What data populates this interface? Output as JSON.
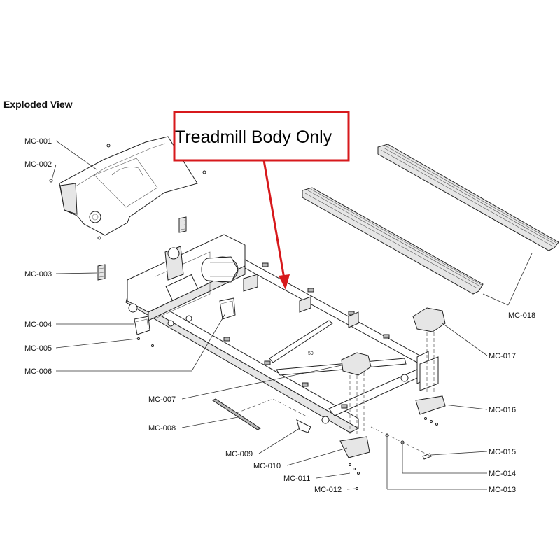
{
  "title": "Exploded View",
  "callout": {
    "text": "Treadmill Body Only",
    "border_color": "#d7191c",
    "arrow_color": "#d7191c"
  },
  "frame_number": "59",
  "parts": [
    {
      "id": "MC-001"
    },
    {
      "id": "MC-002"
    },
    {
      "id": "MC-003"
    },
    {
      "id": "MC-004"
    },
    {
      "id": "MC-005"
    },
    {
      "id": "MC-006"
    },
    {
      "id": "MC-007"
    },
    {
      "id": "MC-008"
    },
    {
      "id": "MC-009"
    },
    {
      "id": "MC-010"
    },
    {
      "id": "MC-011"
    },
    {
      "id": "MC-012"
    },
    {
      "id": "MC-013"
    },
    {
      "id": "MC-014"
    },
    {
      "id": "MC-015"
    },
    {
      "id": "MC-016"
    },
    {
      "id": "MC-017"
    },
    {
      "id": "MC-018"
    }
  ]
}
